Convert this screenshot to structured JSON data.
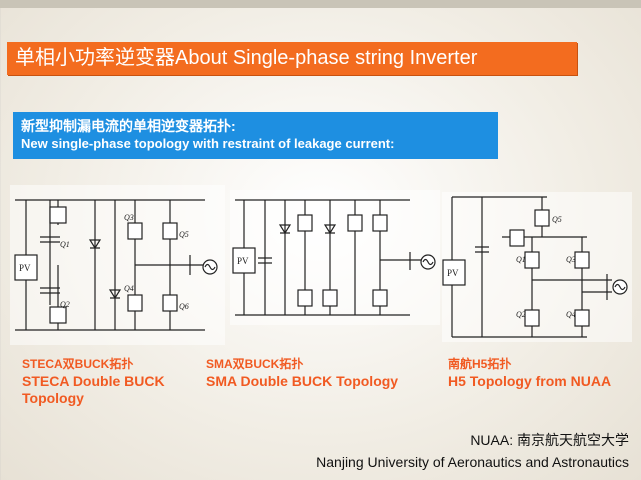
{
  "slide": {
    "title": "单相小功率逆变器About Single-phase string Inverter",
    "subtitle_cn": "新型抑制漏电流的单相逆变器拓扑:",
    "subtitle_en": "New single-phase topology with restraint of leakage current:"
  },
  "topologies": [
    {
      "caption_cn": "STECA双BUCK拓扑",
      "caption_en": "STECA Double BUCK Topology",
      "labels": {
        "pv": "PV",
        "q1": "Q1",
        "q2": "Q2",
        "q3": "Q3",
        "q4": "Q4",
        "q5": "Q5",
        "q6": "Q6"
      }
    },
    {
      "caption_cn": "SMA双BUCK拓扑",
      "caption_en": "SMA Double BUCK Topology",
      "labels": {
        "pv": "PV"
      }
    },
    {
      "caption_cn": "南航H5拓扑",
      "caption_en": "H5 Topology from NUAA",
      "labels": {
        "pv": "PV",
        "q1": "Q1",
        "q2": "Q2",
        "q3": "Q3",
        "q4": "Q4",
        "q5": "Q5"
      }
    }
  ],
  "footer": {
    "line1": "NUAA: 南京航天航空大学",
    "line2": "Nanjing University of Aeronautics and Astronautics"
  },
  "colors": {
    "title_bg": "#f36c1f",
    "subtitle_bg": "#1e8fe1",
    "caption": "#f15a22"
  }
}
